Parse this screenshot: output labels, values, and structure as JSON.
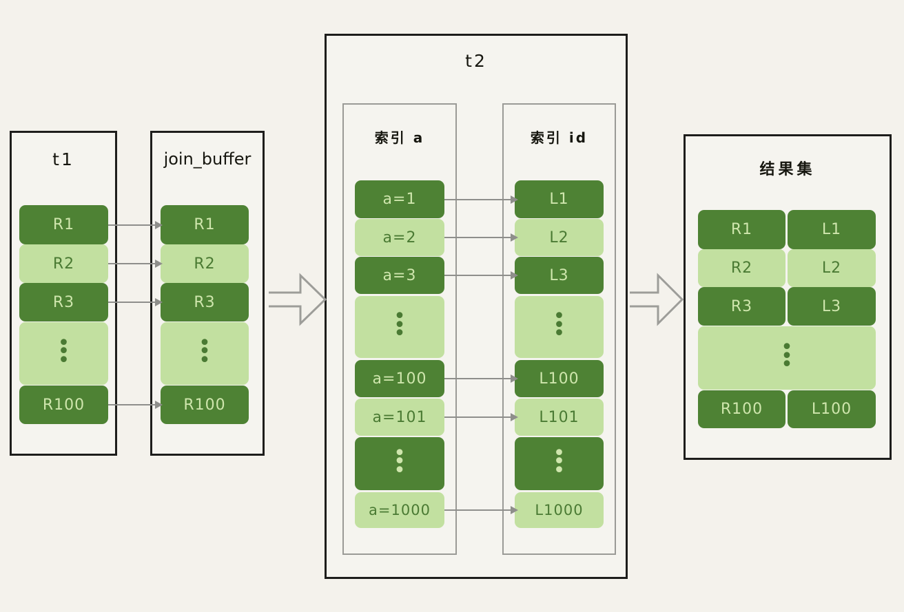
{
  "meta": {
    "background_color": "#f4f2ec",
    "dark_green": "#4e8234",
    "light_green": "#c2e0a0",
    "border_color": "#1d1d1b",
    "inner_border_color": "#9a9a96",
    "arrow_color": "#8e8e8b"
  },
  "panels": {
    "t1": {
      "title": "t1"
    },
    "join_buffer": {
      "title": "join_buffer"
    },
    "t2": {
      "title": "t2"
    },
    "result": {
      "title": "结果集"
    }
  },
  "subpanels": {
    "index_a": {
      "title": "索引 a"
    },
    "index_id": {
      "title": "索引 id"
    }
  },
  "t1_rows": [
    {
      "label": "R1",
      "shade": "dark"
    },
    {
      "label": "R2",
      "shade": "light"
    },
    {
      "label": "R3",
      "shade": "dark"
    },
    {
      "label": "⋮",
      "shade": "light"
    },
    {
      "label": "R100",
      "shade": "dark"
    }
  ],
  "join_buffer_rows": [
    {
      "label": "R1",
      "shade": "dark"
    },
    {
      "label": "R2",
      "shade": "light"
    },
    {
      "label": "R3",
      "shade": "dark"
    },
    {
      "label": "⋮",
      "shade": "light"
    },
    {
      "label": "R100",
      "shade": "dark"
    }
  ],
  "index_a_rows": [
    {
      "label": "a=1",
      "shade": "dark"
    },
    {
      "label": "a=2",
      "shade": "light"
    },
    {
      "label": "a=3",
      "shade": "dark"
    },
    {
      "label": "⋮",
      "shade": "light"
    },
    {
      "label": "a=100",
      "shade": "dark"
    },
    {
      "label": "a=101",
      "shade": "light"
    },
    {
      "label": "⋮",
      "shade": "dark"
    },
    {
      "label": "a=1000",
      "shade": "light"
    }
  ],
  "index_id_rows": [
    {
      "label": "L1",
      "shade": "dark"
    },
    {
      "label": "L2",
      "shade": "light"
    },
    {
      "label": "L3",
      "shade": "dark"
    },
    {
      "label": "⋮",
      "shade": "light"
    },
    {
      "label": "L100",
      "shade": "dark"
    },
    {
      "label": "L101",
      "shade": "light"
    },
    {
      "label": "⋮",
      "shade": "dark"
    },
    {
      "label": "L1000",
      "shade": "light"
    }
  ],
  "result_rows": [
    {
      "left": "R1",
      "right": "L1",
      "shade": "dark",
      "merged": false
    },
    {
      "left": "R2",
      "right": "L2",
      "shade": "light",
      "merged": false
    },
    {
      "left": "R3",
      "right": "L3",
      "shade": "dark",
      "merged": false
    },
    {
      "left": "⋮",
      "right": "",
      "shade": "light",
      "merged": true
    },
    {
      "left": "R100",
      "right": "L100",
      "shade": "dark",
      "merged": false
    }
  ],
  "icons": {
    "flow_arrow_t1_to_t2": "block-arrow-right-icon",
    "flow_arrow_t2_to_result": "block-arrow-right-icon",
    "row_connector": "arrow-right-icon"
  }
}
